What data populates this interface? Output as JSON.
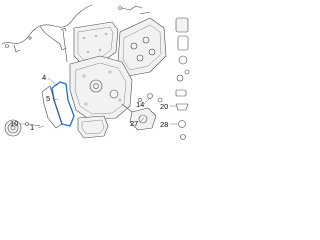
{
  "callouts": {
    "c1": "1",
    "c4": "4",
    "c5": "5",
    "c10": "10",
    "c14": "14",
    "c20": "20",
    "c27": "27",
    "c28": "28"
  },
  "colors": {
    "line": "#4a4a4a",
    "highlight": "#1e6fd9",
    "background": "#ffffff"
  }
}
